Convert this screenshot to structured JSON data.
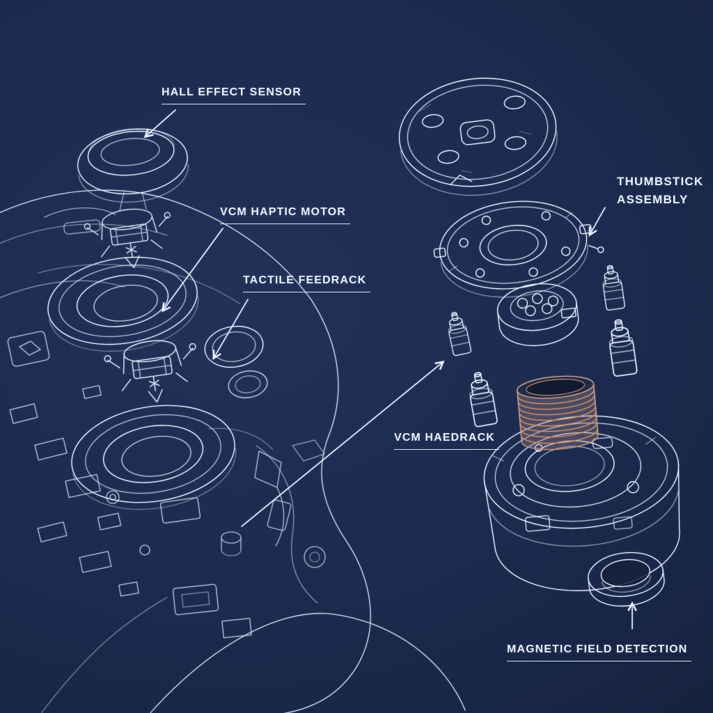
{
  "scene": {
    "background": "#1b2a4e",
    "line_color": "#e9effc",
    "copper_color": "#c68e70"
  },
  "labels": {
    "hall_effect_sensor": "HALL EFFECT SENSOR",
    "vcm_haptic_motor": "VCM HAPTIC MOTOR",
    "tactile_feedback": "TACTILE FEEDRACK",
    "thumbstick_assembly_line1": "THUMBSTICK",
    "thumbstick_assembly_line2": "ASSEMBLY",
    "vcm_feedback": "VCM HAEDRACK",
    "magnetic_field_detection": "MAGNETIC FIELD DETECTION"
  }
}
